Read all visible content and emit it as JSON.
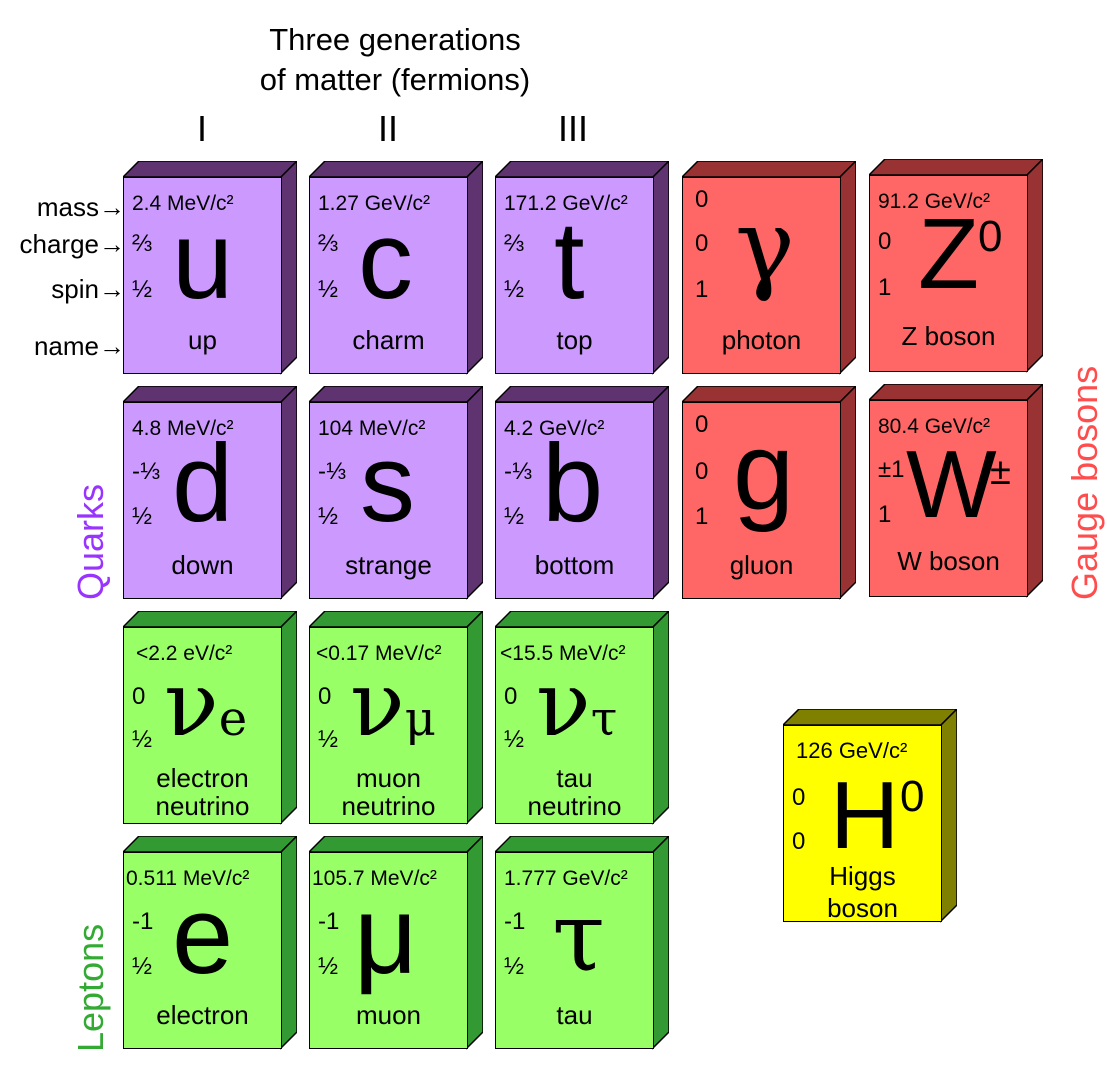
{
  "header": {
    "line1": "Three generations",
    "line2": "of matter (fermions)",
    "generations": [
      "I",
      "II",
      "III"
    ]
  },
  "row_labels": {
    "mass": "mass",
    "charge": "charge",
    "spin": "spin",
    "name": "name",
    "arrow": "→"
  },
  "group_labels": {
    "quarks": "Quarks",
    "leptons": "Leptons",
    "gauge_bosons": "Gauge bosons"
  },
  "colors": {
    "quark": "#cc99ff",
    "quark_dark": "#5e3370",
    "quarks_label": "#9933ff",
    "lepton": "#99ff66",
    "lepton_dark": "#339933",
    "leptons_label": "#33aa33",
    "boson": "#ff6666",
    "boson_dark": "#993333",
    "gauge_label": "#ff4d4d",
    "higgs": "#ffff00",
    "higgs_dark": "#808000"
  },
  "particles": {
    "up": {
      "mass": "2.4 MeV/c²",
      "charge": "⅔",
      "spin": "½",
      "symbol": "u",
      "name": "up"
    },
    "charm": {
      "mass": "1.27 GeV/c²",
      "charge": "⅔",
      "spin": "½",
      "symbol": "c",
      "name": "charm"
    },
    "top": {
      "mass": "171.2 GeV/c²",
      "charge": "⅔",
      "spin": "½",
      "symbol": "t",
      "name": "top"
    },
    "photon": {
      "mass": "0",
      "charge": "0",
      "spin": "1",
      "symbol": "γ",
      "name": "photon"
    },
    "zboson": {
      "mass": "91.2 GeV/c²",
      "charge": "0",
      "spin": "1",
      "symbol": "Z",
      "sup": "0",
      "name": "Z boson"
    },
    "down": {
      "mass": "4.8 MeV/c²",
      "charge": "-⅓",
      "spin": "½",
      "symbol": "d",
      "name": "down"
    },
    "strange": {
      "mass": "104 MeV/c²",
      "charge": "-⅓",
      "spin": "½",
      "symbol": "s",
      "name": "strange"
    },
    "bottom": {
      "mass": "4.2 GeV/c²",
      "charge": "-⅓",
      "spin": "½",
      "symbol": "b",
      "name": "bottom"
    },
    "gluon": {
      "mass": "0",
      "charge": "0",
      "spin": "1",
      "symbol": "g",
      "name": "gluon"
    },
    "wboson": {
      "mass": "80.4 GeV/c²",
      "charge": "±1",
      "spin": "1",
      "symbol": "W",
      "sup": "±",
      "name": "W boson"
    },
    "e_neutrino": {
      "mass": "<2.2 eV/c²",
      "charge": "0",
      "spin": "½",
      "symbol": "ν",
      "sub": "e",
      "name1": "electron",
      "name2": "neutrino"
    },
    "mu_neutrino": {
      "mass": "<0.17 MeV/c²",
      "charge": "0",
      "spin": "½",
      "symbol": "ν",
      "sub": "μ",
      "name1": "muon",
      "name2": "neutrino"
    },
    "tau_neutrino": {
      "mass": "<15.5 MeV/c²",
      "charge": "0",
      "spin": "½",
      "symbol": "ν",
      "sub": "τ",
      "name1": "tau",
      "name2": "neutrino"
    },
    "electron": {
      "mass": "0.511 MeV/c²",
      "charge": "-1",
      "spin": "½",
      "symbol": "e",
      "name": "electron"
    },
    "muon": {
      "mass": "105.7 MeV/c²",
      "charge": "-1",
      "spin": "½",
      "symbol": "μ",
      "name": "muon"
    },
    "tau": {
      "mass": "1.777 GeV/c²",
      "charge": "-1",
      "spin": "½",
      "symbol": "τ",
      "name": "tau"
    },
    "higgs": {
      "mass": "126 GeV/c²",
      "charge": "0",
      "spin": "0",
      "symbol": "H",
      "sup": "0",
      "name1": "Higgs",
      "name2": "boson"
    }
  }
}
